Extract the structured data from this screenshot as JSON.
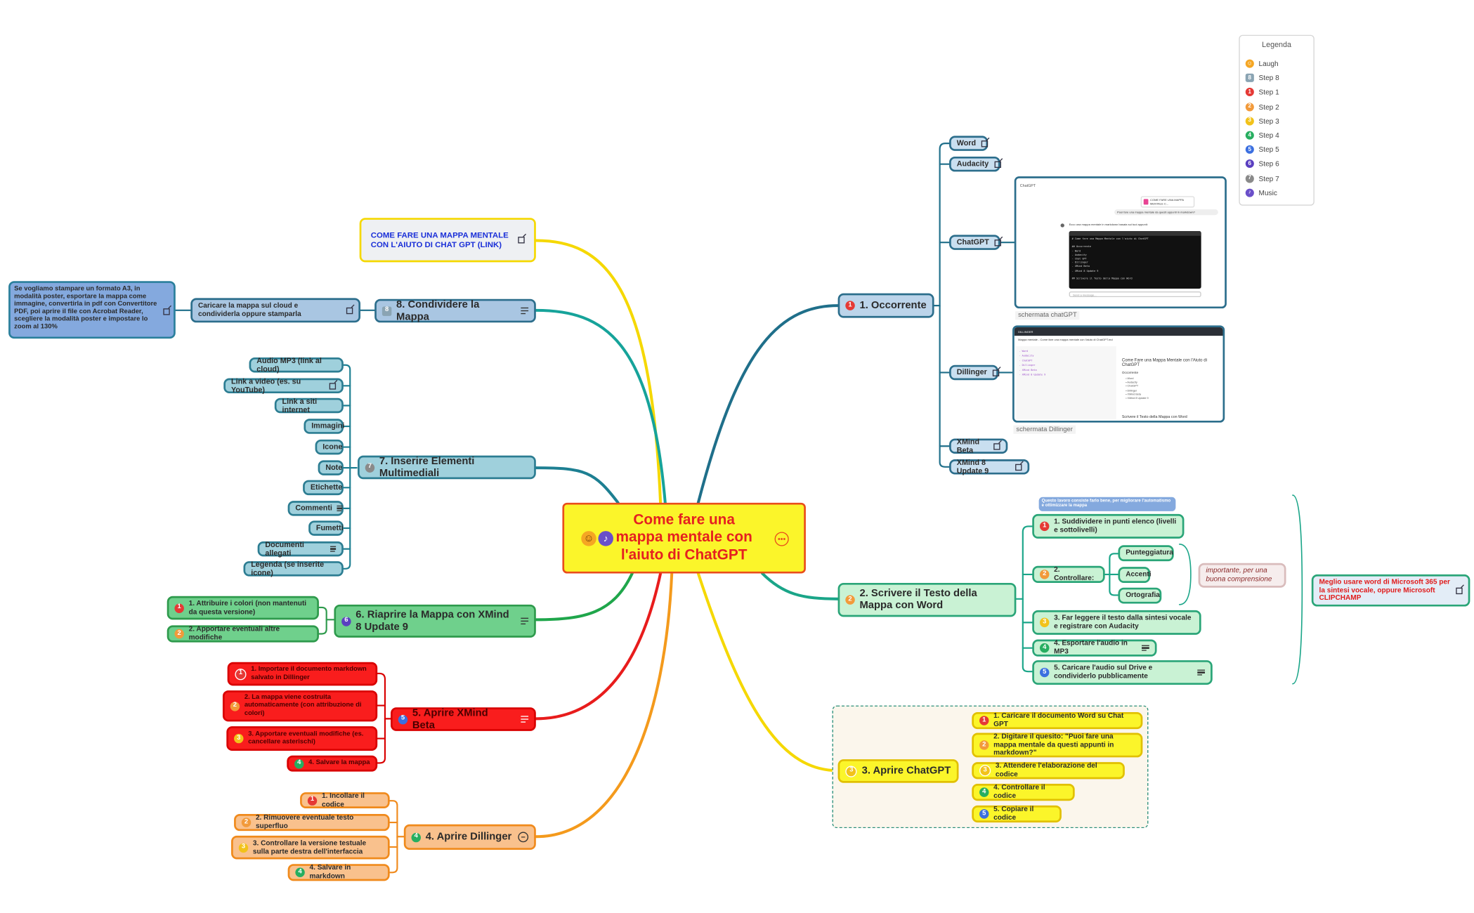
{
  "central": {
    "title": "Come fare una mappa mentale con l'aiuto di ChatGPT",
    "icons": [
      "laugh-icon",
      "music-icon"
    ]
  },
  "legend": {
    "title": "Legenda",
    "items": [
      {
        "label": "Laugh",
        "icon": "laugh-icon",
        "color": "#f5a623"
      },
      {
        "label": "Step 8",
        "icon": "step-8-icon",
        "color": "#8aa4b3"
      },
      {
        "label": "Step 1",
        "icon": "step-1-icon",
        "color": "#e53935"
      },
      {
        "label": "Step 2",
        "icon": "step-2-icon",
        "color": "#f29a3a"
      },
      {
        "label": "Step 3",
        "icon": "step-3-icon",
        "color": "#f2c21a"
      },
      {
        "label": "Step 4",
        "icon": "step-4-icon",
        "color": "#27ae60"
      },
      {
        "label": "Step 5",
        "icon": "step-5-icon",
        "color": "#3b6fe0"
      },
      {
        "label": "Step 6",
        "icon": "step-6-icon",
        "color": "#5a3fc0"
      },
      {
        "label": "Step 7",
        "icon": "step-7-icon",
        "color": "#8a8a8a"
      },
      {
        "label": "Music",
        "icon": "music-icon",
        "color": "#6a4fc9"
      }
    ]
  },
  "link_node": {
    "label": "COME FARE UNA MAPPA MENTALE CON L'AIUTO DI CHAT GPT (LINK)"
  },
  "branch1": {
    "label": "1. Occorrente",
    "children": [
      "Word",
      "Audacity",
      "ChatGPT",
      "Dillinger",
      "XMind Beta",
      "XMind 8 Update 9"
    ],
    "chatgpt_caption": "schermata chatGPT",
    "dillinger_caption": "schermata Dillinger",
    "chatgpt_shot": {
      "app": "ChatGPT",
      "card_title": "COME FARE UNA MAPPA MENTALE C...",
      "question": "Puoi fare una mappa mentale da questi appunti in markdown?",
      "answer": "Ecco una mappa mentale in markdown basata sui tuoi appunti:",
      "code_lines": [
        "# Come fare una Mappa Mentale con l'aiuto di ChatGPT",
        "",
        "## Occorrente",
        "- Word",
        "- Audacity",
        "- Chat GPT",
        "- Dillinger",
        "- XMind Beta",
        "- XMind 8 Update 9",
        "",
        "## Scrivere il Testo della Mappa con Word"
      ],
      "input_placeholder": "Send a message..."
    },
    "dillinger_shot": {
      "app": "DILLINGER",
      "title_line": "Mappa mentale - Come fare una mappa mentale con l'aiuto di ChatGPT.md",
      "preview_title": "Come Fare una Mappa Mentale con l'Aiuto di ChatGPT",
      "preview_sub": "Occorrente",
      "preview_items": [
        "Word",
        "Audacity",
        "ChatGPT",
        "Dillinger",
        "XMind Beta",
        "XMind 8 Update 9"
      ],
      "preview_bottom": "Scrivere il Testo della Mappa con Word"
    }
  },
  "branch2": {
    "label": "2. Scrivere il Testo della Mappa con Word",
    "tip": "Questo lavoro consiste farlo bene, per migliorare l'automatismo e ottimizzare la mappa",
    "children": [
      {
        "label": "1. Suddividere in punti elenco (livelli e sottolivelli)"
      },
      {
        "label": "2. Controllare:",
        "sub": [
          "Punteggiatura",
          "Accenti",
          "Ortografia"
        ]
      },
      {
        "label": "3. Far leggere il testo dalla sintesi vocale e registrare con Audacity"
      },
      {
        "label": "4. Esportare l'audio in MP3"
      },
      {
        "label": "5. Caricare l'audio sul Drive e condividerlo pubblicamente"
      }
    ],
    "summary": "importante, per una buona comprensione",
    "note": "Meglio usare word di Microsoft 365 per la sintesi vocale, oppure Microsoft CLIPCHAMP"
  },
  "branch3": {
    "label": "3. Aprire ChatGPT",
    "children": [
      "1. Caricare il documento Word su Chat GPT",
      "2. Digitare il quesito: \"Puoi fare una mappa mentale da questi appunti in markdown?\"",
      "3. Attendere l'elaborazione del codice",
      "4. Controllare il codice",
      "5. Copiare il codice"
    ]
  },
  "branch4": {
    "label": "4. Aprire Dillinger",
    "children": [
      "1. Incollare il codice",
      "2. Rimuovere eventuale testo superfluo",
      "3. Controllare la versione testuale sulla parte destra dell'interfaccia",
      "4. Salvare in markdown"
    ]
  },
  "branch5": {
    "label": "5. Aprire XMind Beta",
    "children": [
      "1. Importare il documento markdown salvato in Dillinger",
      "2. La mappa viene costruita automaticamente (con attribuzione di colori)",
      "3. Apportare eventuali modifiche (es. cancellare asterischi)",
      "4. Salvare la mappa"
    ]
  },
  "branch6": {
    "label": "6. Riaprire la Mappa con XMind 8 Update 9",
    "children": [
      "1. Attribuire i colori (non mantenuti da questa versione)",
      "2. Apportare eventuali altre modifiche"
    ]
  },
  "branch7": {
    "label": "7. Inserire Elementi Multimediali",
    "children": [
      "Audio MP3 (link al cloud)",
      "Link a video (es. su YouTube)",
      "Link a siti internet",
      "Immagini",
      "Icone",
      "Note",
      "Etichette",
      "Commenti",
      "Fumetti",
      "Documenti allegati",
      "Legenda (se inserite icone)"
    ]
  },
  "branch8": {
    "label": "8. Condividere la Mappa",
    "child": "Caricare la mappa sul cloud e condividerla oppure stamparla",
    "note": "Se vogliamo stampare un formato A3, in modalità poster, esportare la mappa come immagine, convertirla in pdf con Convertitore PDF, poi aprire il file con Acrobat Reader, scegliere la modalità poster e impostare lo zoom al 130%"
  }
}
